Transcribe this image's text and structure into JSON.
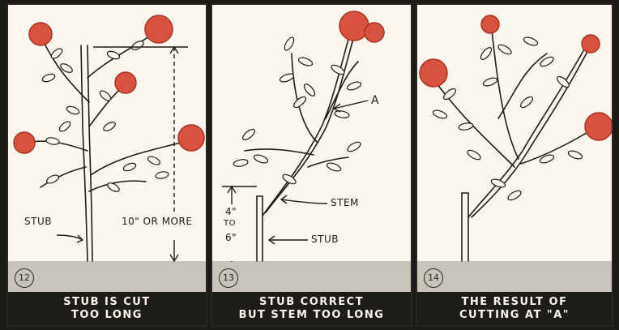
{
  "panels": [
    {
      "number": "12",
      "caption_line1": "STUB IS CUT",
      "caption_line2": "TOO LONG",
      "labels": {
        "stub": "STUB",
        "measure": "10\" OR MORE"
      }
    },
    {
      "number": "13",
      "caption_line1": "STUB CORRECT",
      "caption_line2": "BUT STEM TOO LONG",
      "labels": {
        "a": "A",
        "stem": "STEM",
        "stub": "STUB",
        "four": "4\"",
        "to": "TO",
        "six": "6\""
      }
    },
    {
      "number": "14",
      "caption_line1": "THE RESULT OF",
      "caption_line2": "CUTTING AT \"A\"",
      "labels": {}
    }
  ],
  "colors": {
    "rose": "#d9523f",
    "rose_dark": "#a8321f",
    "ink": "#1e1c19",
    "paper": "#fbf7ee",
    "ground": "#c9c4ba"
  }
}
